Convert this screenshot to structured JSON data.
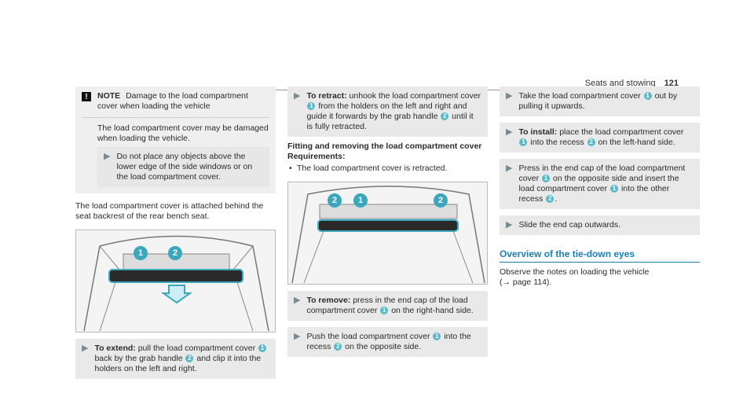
{
  "header": {
    "section": "Seats and stowing",
    "page": "121"
  },
  "col1": {
    "note_title": "NOTE",
    "note_text": "Damage to the load compartment cover when loading the vehicle",
    "note_body": "The load compartment cover may be damaged when loading the vehicle.",
    "note_bullet": "Do not place any objects above the lower edge of the side windows or on the load compartment cover.",
    "para": "The load compartment cover is attached behind the seat backrest of the rear bench seat.",
    "extend_label": "To extend:",
    "extend_text_1": "pull the load compartment cover",
    "extend_text_2": "back by the grab handle",
    "extend_text_3": "and clip it into the holders on the left and right."
  },
  "col2": {
    "retract_label": "To retract:",
    "retract_1": "unhook the load compartment cover",
    "retract_2": "from the holders on the left and right and guide it forwards by the grab handle",
    "retract_3": "until it is fully retracted.",
    "fitting_title": "Fitting and removing the load compartment cover",
    "req_label": "Requirements:",
    "req_item": "The load compartment cover is retracted.",
    "remove_label": "To remove:",
    "remove_1": "press in the end cap of the load compartment cover",
    "remove_2": "on the right-hand side.",
    "push_1": "Push the load compartment cover",
    "push_2": "into the recess",
    "push_3": "on the opposite side."
  },
  "col3": {
    "take_1": "Take the load compartment cover",
    "take_2": "out by pulling it upwards.",
    "install_label": "To install:",
    "install_1": "place the load compartment cover",
    "install_2": "into the recess",
    "install_3": "on the left-hand side.",
    "press_1": "Press in the end cap of the load compartment cover",
    "press_2": "on the opposite side and insert the load compartment cover",
    "press_3": "into the other recess",
    "slide": "Slide the end cap outwards.",
    "section_title": "Overview of the tie-down eyes",
    "observe": "Observe the notes on loading the vehicle",
    "ref": "(→ page 114)."
  },
  "callouts": {
    "one": "1",
    "two": "2"
  },
  "icons": {
    "warning": "warning-icon",
    "arrow": "arrow-right-icon"
  },
  "colors": {
    "accent": "#3aa7bd",
    "title": "#1b7fb4"
  }
}
